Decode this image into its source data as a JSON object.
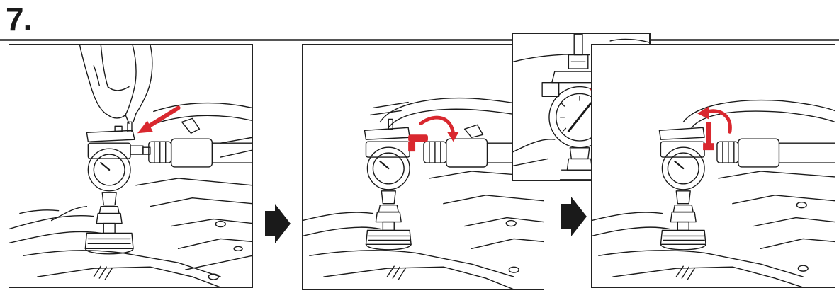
{
  "step_number": "7.",
  "colors": {
    "line": "#1a1a1a",
    "accent_red": "#d9282f",
    "rule": "#555555",
    "background": "#ffffff"
  },
  "panels": [
    {
      "id": "panel-1",
      "action": "plug-in",
      "arrow_icon": "insert-arrow-icon"
    },
    {
      "id": "panel-2",
      "action": "turn-valve-clockwise",
      "arrow_icon": "rotate-arrow-icon"
    },
    {
      "id": "panel-3",
      "action": "turn-valve-counterclockwise",
      "arrow_icon": "rotate-arrow-icon"
    }
  ],
  "inset": {
    "id": "gauge-detail",
    "arrow_icon": "rotate-arrow-icon"
  },
  "transitions": [
    {
      "icon": "next-step-arrow-icon"
    },
    {
      "icon": "next-step-arrow-icon"
    }
  ]
}
